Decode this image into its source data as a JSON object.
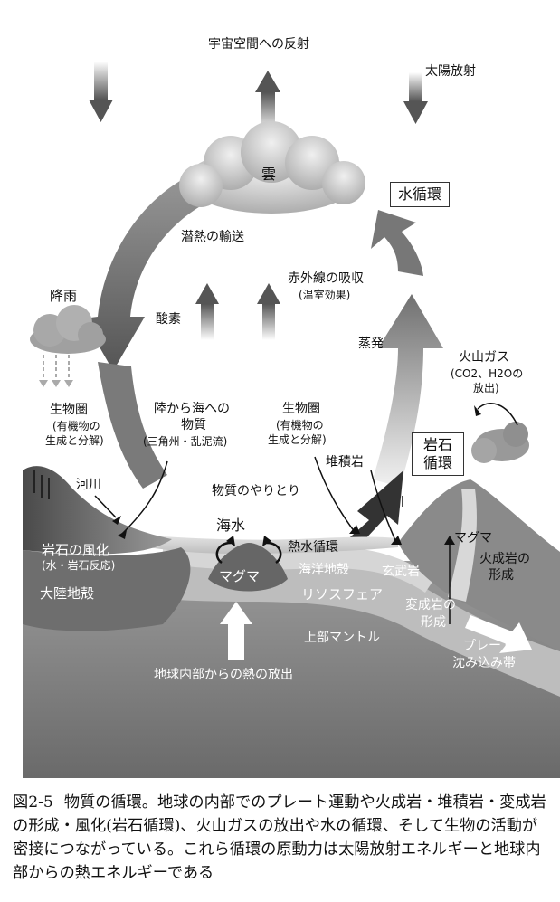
{
  "labels": {
    "space_reflection": "宇宙空間への反射",
    "solar_radiation": "太陽放射",
    "cloud": "雲",
    "water_cycle": "水循環",
    "latent_heat": "潜熱の輸送",
    "rain": "降雨",
    "ir_absorption": "赤外線の吸収",
    "greenhouse": "(温室効果)",
    "oxygen": "酸素",
    "evaporation": "蒸発",
    "volcanic_gas": "火山ガス",
    "volcanic_gas_detail_1": "(CO2、H2Oの",
    "volcanic_gas_detail_2": "放出)",
    "biosphere_left_1": "生物圏",
    "biosphere_left_2": "(有機物の",
    "biosphere_left_3": "生成と分解)",
    "land_to_sea_1": "陸から海への",
    "land_to_sea_2": "物質",
    "land_to_sea_3": "(三角州・乱泥流)",
    "biosphere_right_1": "生物圏",
    "biosphere_right_2": "(有機物の",
    "biosphere_right_3": "生成と分解)",
    "sedimentary": "堆積岩",
    "rock_cycle_1": "岩石",
    "rock_cycle_2": "循環",
    "river": "河川",
    "material_exchange": "物質のやりとり",
    "seawater": "海水",
    "magma_right": "マグマ",
    "weathering_1": "岩石の風化",
    "weathering_2": "(水・岩石反応)",
    "hydrothermal": "熱水循環",
    "igneous_1": "火成岩の",
    "igneous_2": "形成",
    "oceanic_crust": "海洋地殻",
    "basalt": "玄武岩",
    "continental_crust": "大陸地殻",
    "magma_center": "マグマ",
    "lithosphere": "リソスフェア",
    "metamorphic_1": "変成岩の",
    "metamorphic_2": "形成",
    "upper_mantle": "上部マントル",
    "subduction_1": "プレート",
    "subduction_2": "沈み込み帯",
    "heat_release": "地球内部からの熱の放出"
  },
  "caption": {
    "number": "図2-5",
    "text": "物質の循環。地球の内部でのプレート運動や火成岩・堆積岩・変成岩の形成・風化(岩石循環)、火山ガスの放出や水の循環、そして生物の活動が密接につながっている。これら循環の原動力は太陽放射エネルギーと地球内部からの熱エネルギーである"
  },
  "colors": {
    "arrow_dark": "#555555",
    "ground": "#7a7a7a",
    "mantle": "#8c8c8c",
    "crust_light": "#c2c2c2",
    "sky": "#ffffff"
  }
}
